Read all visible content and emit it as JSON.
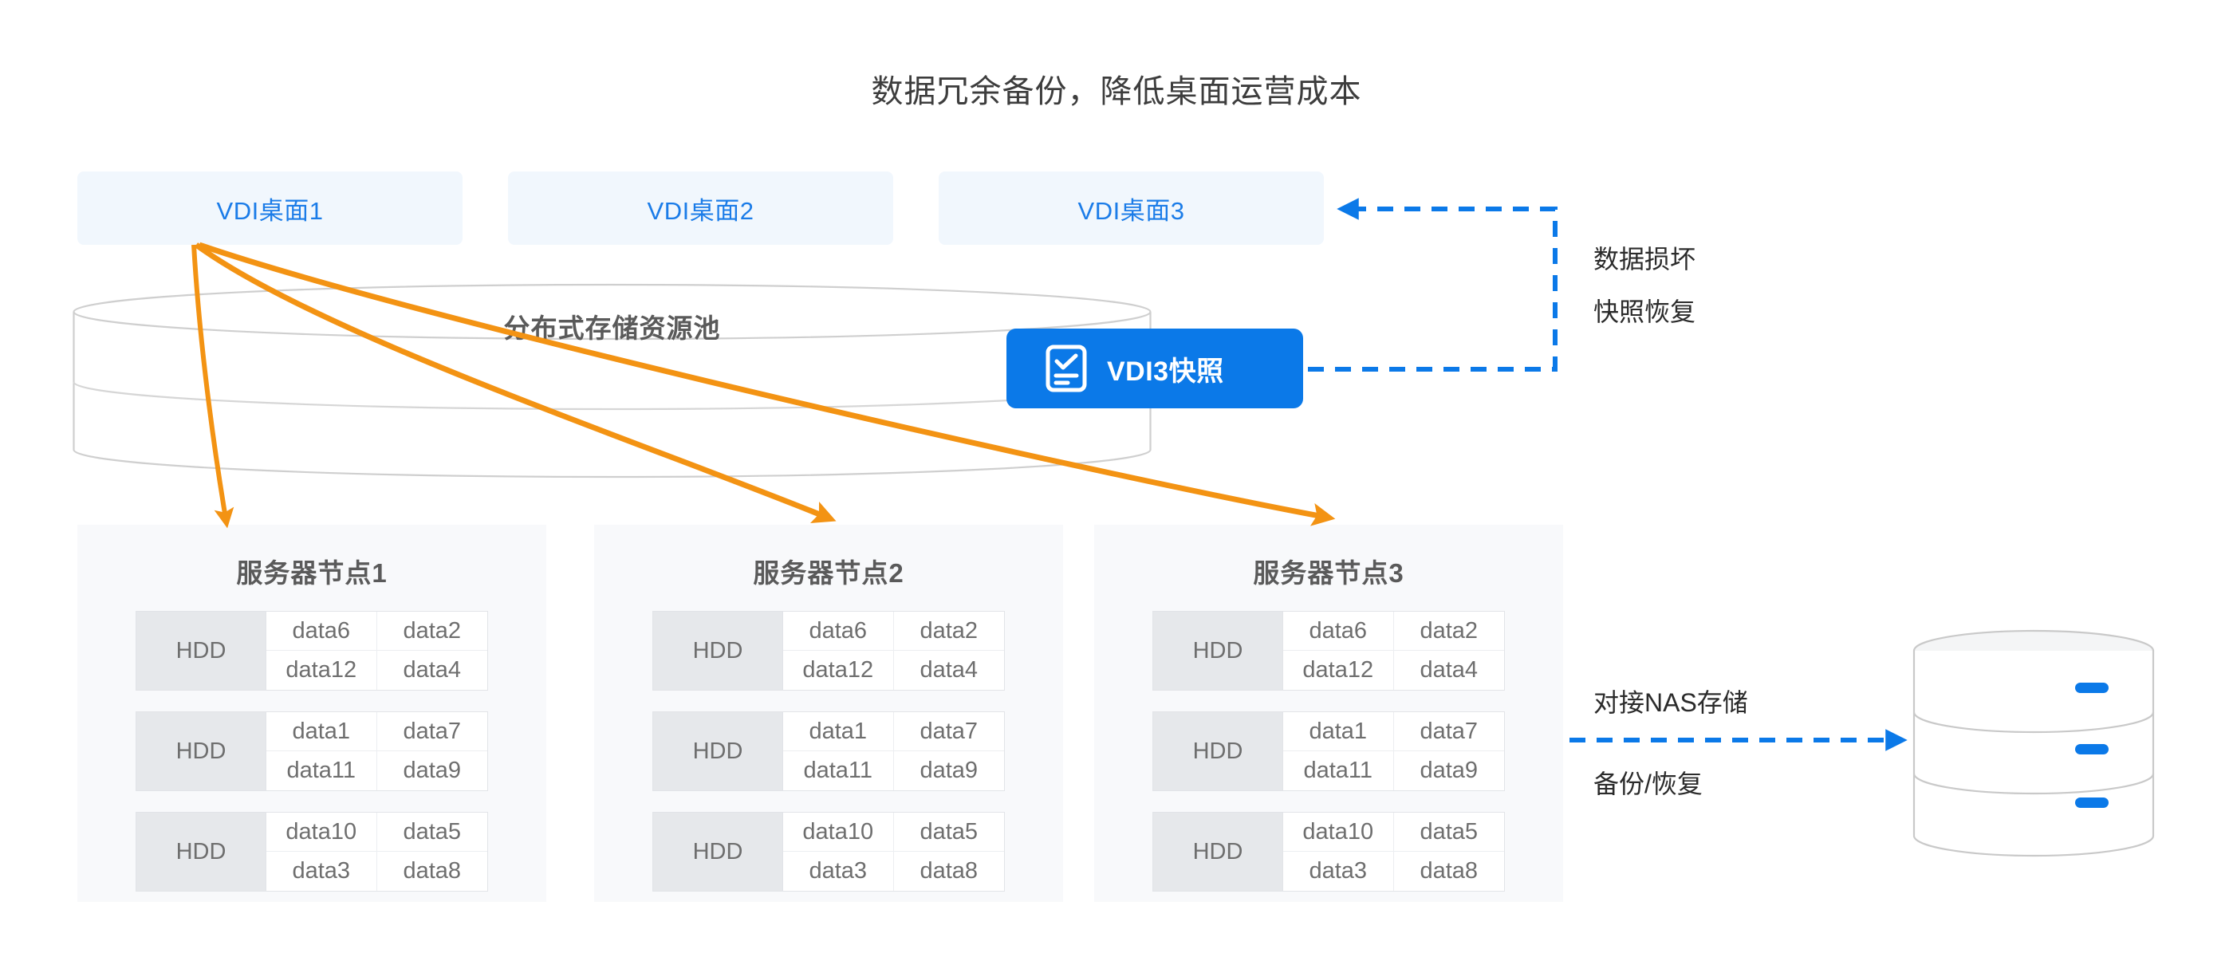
{
  "title": "数据冗余备份，降低桌面运营成本",
  "colors": {
    "accent_blue": "#0b79e8",
    "vdi_box_bg": "#f1f7fd",
    "vdi_text": "#1b7ce8",
    "arrow_orange": "#f39313",
    "node_bg": "#f8f9fb",
    "hdd_label_bg": "#e6e8eb",
    "text_gray": "#5a5a5a",
    "cylinder_stroke": "#cfcfcf"
  },
  "vdi_desktops": [
    {
      "label": "VDI桌面1"
    },
    {
      "label": "VDI桌面2"
    },
    {
      "label": "VDI桌面3"
    }
  ],
  "storage_pool": {
    "label": "分布式存储资源池"
  },
  "snapshot": {
    "label": "VDI3快照",
    "icon": "snapshot-document-check-icon"
  },
  "annotations": {
    "restore_line1": "数据损坏",
    "restore_line2": "快照恢复",
    "nas_line1": "对接NAS存储",
    "nas_line2": "备份/恢复"
  },
  "nas": {
    "icon": "nas-storage-stack-icon",
    "tiers": 3
  },
  "server_nodes": [
    {
      "title": "服务器节点1",
      "hdds": [
        {
          "label": "HDD",
          "cells": [
            "data6",
            "data2",
            "data12",
            "data4"
          ]
        },
        {
          "label": "HDD",
          "cells": [
            "data1",
            "data7",
            "data11",
            "data9"
          ]
        },
        {
          "label": "HDD",
          "cells": [
            "data10",
            "data5",
            "data3",
            "data8"
          ]
        }
      ]
    },
    {
      "title": "服务器节点2",
      "hdds": [
        {
          "label": "HDD",
          "cells": [
            "data6",
            "data2",
            "data12",
            "data4"
          ]
        },
        {
          "label": "HDD",
          "cells": [
            "data1",
            "data7",
            "data11",
            "data9"
          ]
        },
        {
          "label": "HDD",
          "cells": [
            "data10",
            "data5",
            "data3",
            "data8"
          ]
        }
      ]
    },
    {
      "title": "服务器节点3",
      "hdds": [
        {
          "label": "HDD",
          "cells": [
            "data6",
            "data2",
            "data12",
            "data4"
          ]
        },
        {
          "label": "HDD",
          "cells": [
            "data1",
            "data7",
            "data11",
            "data9"
          ]
        },
        {
          "label": "HDD",
          "cells": [
            "data10",
            "data5",
            "data3",
            "data8"
          ]
        }
      ]
    }
  ]
}
